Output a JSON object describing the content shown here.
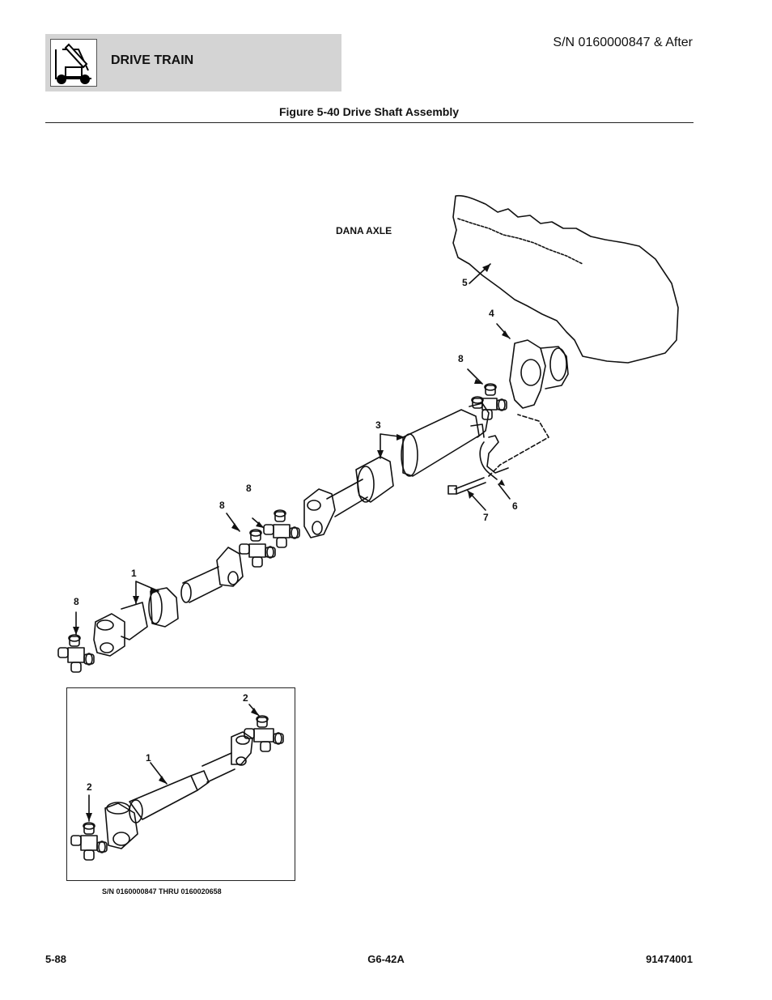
{
  "header": {
    "section_title": "DRIVE TRAIN",
    "icon": "lift-truck-icon",
    "serial_range": "S/N 0160000847 & After"
  },
  "figure": {
    "title": "Figure 5-40 Drive Shaft Assembly",
    "axle_label": "DANA AXLE",
    "callouts": [
      "5",
      "4",
      "8",
      "3",
      "6",
      "7",
      "8",
      "8",
      "1",
      "8"
    ],
    "inset": {
      "callouts": [
        "2",
        "1",
        "2"
      ],
      "caption": "S/N 0160000847 THRU 0160020658"
    }
  },
  "footer": {
    "page_number": "5-88",
    "model": "G6-42A",
    "part_number": "91474001"
  }
}
